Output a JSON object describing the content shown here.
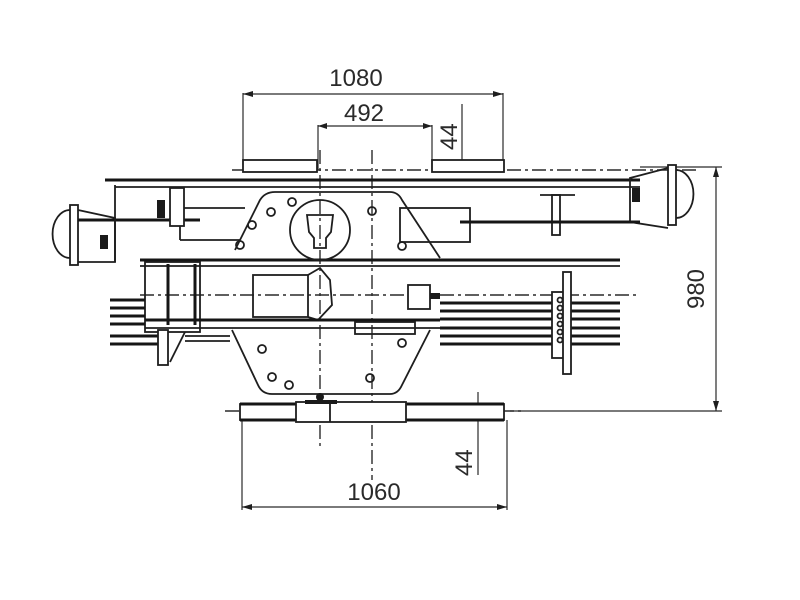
{
  "drawing": {
    "type": "mechanical dimension drawing",
    "subject": "equipment frame / bogie assembly, top view",
    "line_color": "#1e1e1e",
    "background": "#ffffff"
  },
  "dimensions": {
    "top_overall_width": "1080",
    "top_inner_width": "492",
    "top_offset": "44",
    "right_overall_height": "980",
    "bottom_offset": "44",
    "bottom_overall_width": "1060"
  }
}
